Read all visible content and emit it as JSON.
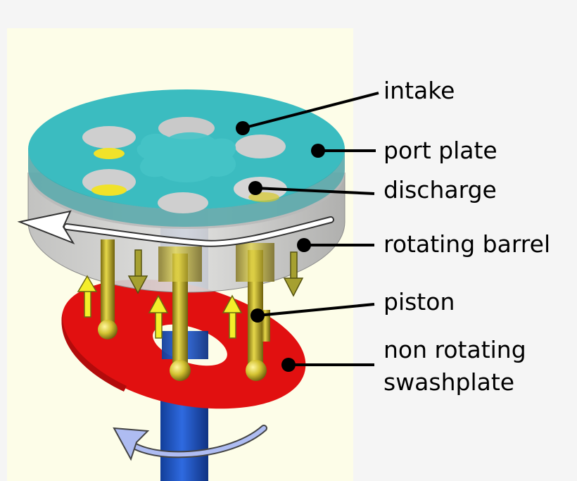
{
  "labels": {
    "intake": "intake",
    "port_plate": "port plate",
    "discharge": "discharge",
    "rotating_barrel": "rotating barrel",
    "piston": "piston",
    "swashplate_line1": "non rotating",
    "swashplate_line2": "swashplate"
  },
  "colors": {
    "render_background": "#fdfde8",
    "port_plate": "#3bbcc0",
    "barrel": "#c8c8c8",
    "swashplate": "#e11010",
    "shaft": "#1f56c6",
    "piston": "#c8b62a",
    "arrow_yellow": "#f4ee2a",
    "arrow_olive": "#a6a030",
    "rotation_arrow_blue": "#aebcf2",
    "rotation_arrow_white": "#ffffff"
  }
}
